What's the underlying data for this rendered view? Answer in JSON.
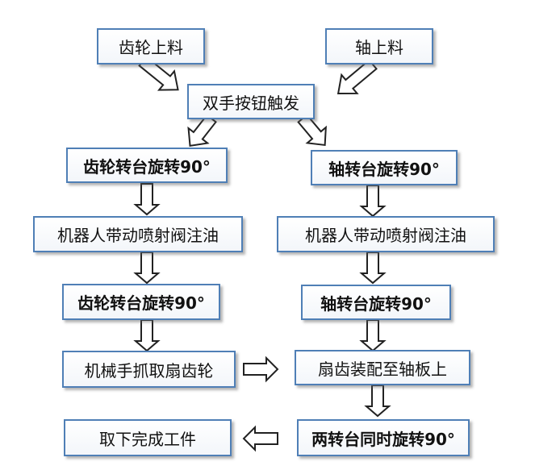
{
  "colors": {
    "box_border": "#4f7fb6",
    "arrow_stroke": "#222222",
    "arrow_fill": "#ffffff"
  },
  "boxes": {
    "gear_loading": "齿轮上料",
    "shaft_loading": "轴上料",
    "two_hand_trigger": "双手按钮触发",
    "gear_turntable_rotate_1": "齿轮转台旋转90°",
    "shaft_turntable_rotate_1": "轴转台旋转90°",
    "robot_spray_oil_left": "机器人带动喷射阀注油",
    "robot_spray_oil_right": "机器人带动喷射阀注油",
    "gear_turntable_rotate_2": "齿轮转台旋转90°",
    "shaft_turntable_rotate_2": "轴转台旋转90°",
    "grab_sector_gear": "机械手抓取扇齿轮",
    "assemble_to_shaft_plate": "扇齿装配至轴板上",
    "remove_finished_part": "取下完成工件",
    "both_turntables_rotate": "两转台同时旋转90°"
  }
}
